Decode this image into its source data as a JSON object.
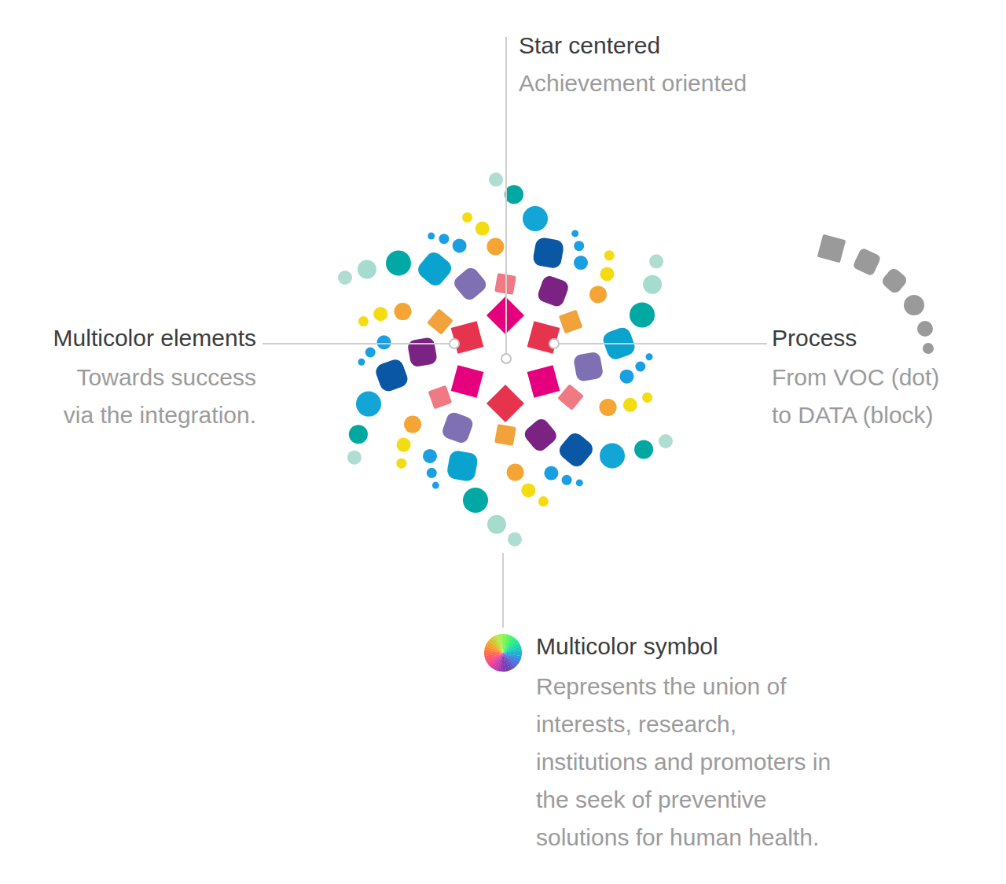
{
  "diagram": {
    "labels": [
      "Star centered",
      "Achievement oriented",
      "Multicolor elements",
      "Towards success via the integration.",
      "Process",
      "From VOC (dot) to DATA (block)",
      "Multicolor symbol",
      "Represents the union of interests, research, institutions and promoters in the seek of preventive solutions for human health."
    ]
  }
}
